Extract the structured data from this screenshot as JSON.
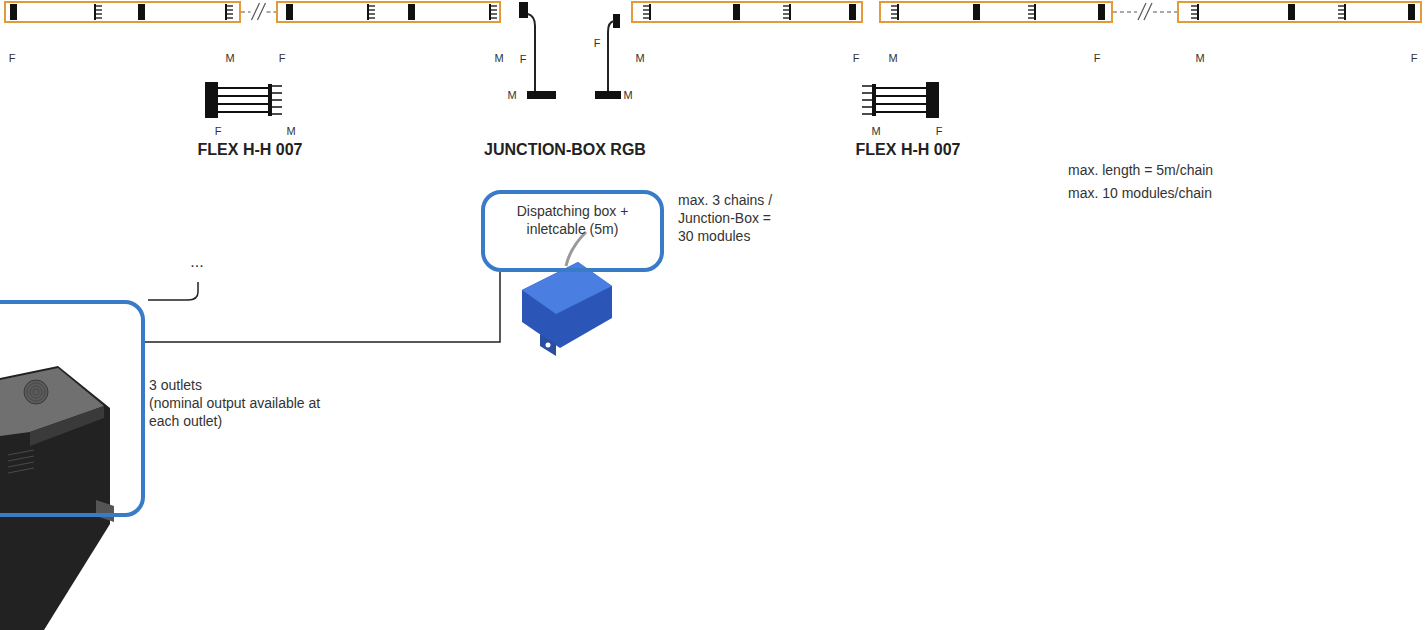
{
  "diagram": {
    "nodes": [
      {
        "text": [
          "Dispatching box + inletcable (5m)"
        ]
      },
      {
        "text": [
          "3 outlets",
          "(nominal output available at each outlet)"
        ]
      }
    ],
    "edges": [
      {
        "from": 1,
        "to": 0,
        "arrow": "none"
      }
    ],
    "labels": [
      "F",
      "M",
      "F",
      "M",
      "F",
      "F",
      "M",
      "F",
      "M",
      "F",
      "M",
      "F",
      "M",
      "M",
      "F",
      "M",
      "M",
      "F",
      "FLEX H-H 007",
      "JUNCTION-BOX RGB",
      "FLEX H-H 007",
      "max. length = 5m/chain",
      "max. 10 modules/chain",
      "max. 3 chains / Junction-Box = 30 modules",
      "..."
    ]
  }
}
